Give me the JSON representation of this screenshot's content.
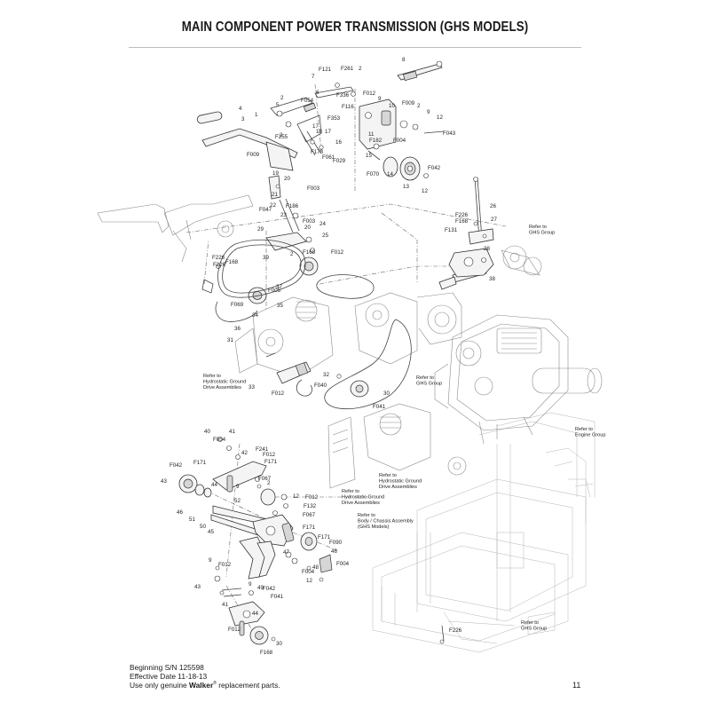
{
  "header": {
    "title": "MAIN COMPONENT POWER TRANSMISSION (GHS MODELS)"
  },
  "footer": {
    "serial": "Beginning S/N 125598",
    "effective": "Effective Date 11-18-13",
    "note_prefix": "Use only genuine ",
    "brand": "Walker",
    "registered": "®",
    "note_suffix": " replacement parts.",
    "page_number": "11"
  },
  "diagram": {
    "callouts": [
      "F121",
      "F261",
      "2",
      "8",
      "7",
      "6",
      "F336",
      "F054",
      "2",
      "F012",
      "9",
      "F116",
      "4",
      "5",
      "3",
      "1",
      "F353",
      "10",
      "F009",
      "2",
      "9",
      "12",
      "11",
      "F043",
      "2",
      "F255",
      "17",
      "18",
      "17",
      "F182",
      "F004",
      "15",
      "16",
      "F178",
      "F061",
      "F029",
      "F009",
      "F070",
      "14",
      "F042",
      "13",
      "12",
      "19",
      "20",
      "F003",
      "21",
      "22",
      "F047",
      "23",
      "F186",
      "F003",
      "24",
      "20",
      "F226",
      "F168",
      "27",
      "26",
      "F131",
      "28",
      "25",
      "F012",
      "F168",
      "2",
      "F226",
      "F168",
      "F226",
      "39",
      "29",
      "38",
      "37",
      "F005",
      "F069",
      "34",
      "36",
      "35",
      "31",
      "F040",
      "32",
      "33",
      "F012",
      "30",
      "F041",
      "40",
      "41",
      "F054",
      "42",
      "F241",
      "F012",
      "F171",
      "F042",
      "F171",
      "43",
      "F067",
      "44",
      "9",
      "2",
      "12",
      "F012",
      "F132",
      "F067",
      "52",
      "46",
      "51",
      "50",
      "45",
      "F171",
      "F171",
      "F090",
      "46",
      "47",
      "48",
      "F004",
      "F004",
      "12",
      "9",
      "F012",
      "43",
      "9",
      "49",
      "F042",
      "F041",
      "41",
      "44",
      "F012",
      "30",
      "F168",
      "F226"
    ],
    "references": [
      {
        "lines": [
          "Refer to",
          "GHS Group"
        ]
      },
      {
        "lines": [
          "Refer to",
          "Hydrostatic Ground",
          "Drive Assemblies"
        ]
      },
      {
        "lines": [
          "Refer to",
          "GHS Group"
        ]
      },
      {
        "lines": [
          "Refer to",
          "Engine Group"
        ]
      },
      {
        "lines": [
          "Refer to",
          "Hydrostatic Ground",
          "Drive Assemblies"
        ]
      },
      {
        "lines": [
          "Refer to",
          "Hydrostatic Ground",
          "Drive Assemblies"
        ]
      },
      {
        "lines": [
          "Refer to",
          "Body / Chassis Assembly",
          "(GHS Models)"
        ]
      },
      {
        "lines": [
          "Refer to",
          "GHS Group"
        ]
      }
    ]
  }
}
